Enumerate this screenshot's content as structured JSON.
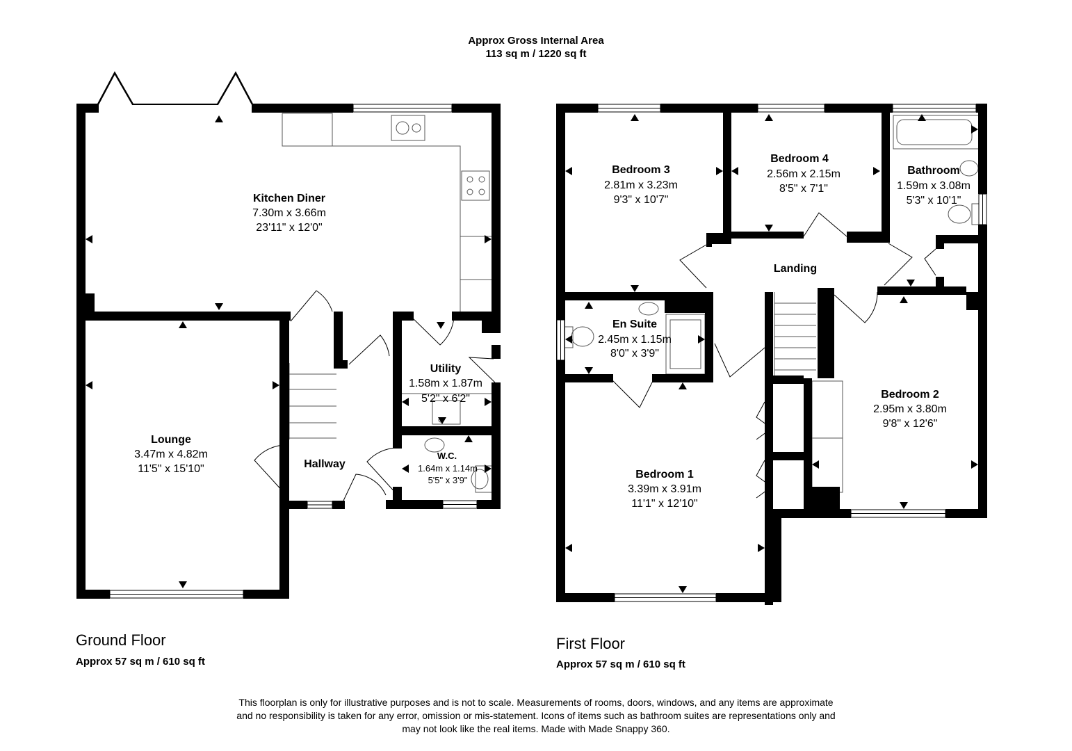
{
  "header": {
    "title": "Approx Gross Internal Area",
    "total_area": "113 sq m / 1220 sq ft"
  },
  "ground_floor": {
    "label": "Ground Floor",
    "area": "Approx 57 sq m / 610 sq ft",
    "rooms": {
      "kitchen": {
        "name": "Kitchen Diner",
        "metric": "7.30m x 3.66m",
        "imperial": "23'11\" x 12'0\""
      },
      "lounge": {
        "name": "Lounge",
        "metric": "3.47m x 4.82m",
        "imperial": "11'5\" x 15'10\""
      },
      "hallway": {
        "name": "Hallway"
      },
      "utility": {
        "name": "Utility",
        "metric": "1.58m x 1.87m",
        "imperial": "5'2\" x 6'2\""
      },
      "wc": {
        "name": "W.C.",
        "metric": "1.64m x 1.14m",
        "imperial": "5'5\" x 3'9\""
      }
    }
  },
  "first_floor": {
    "label": "First Floor",
    "area": "Approx 57 sq m / 610 sq ft",
    "rooms": {
      "bedroom3": {
        "name": "Bedroom 3",
        "metric": "2.81m x 3.23m",
        "imperial": "9'3\" x 10'7\""
      },
      "bedroom4": {
        "name": "Bedroom 4",
        "metric": "2.56m x 2.15m",
        "imperial": "8'5\" x 7'1\""
      },
      "bathroom": {
        "name": "Bathroom",
        "metric": "1.59m x 3.08m",
        "imperial": "5'3\" x 10'1\""
      },
      "landing": {
        "name": "Landing"
      },
      "ensuite": {
        "name": "En Suite",
        "metric": "2.45m x 1.15m",
        "imperial": "8'0\" x 3'9\""
      },
      "bedroom1": {
        "name": "Bedroom 1",
        "metric": "3.39m x 3.91m",
        "imperial": "11'1\" x 12'10\""
      },
      "bedroom2": {
        "name": "Bedroom 2",
        "metric": "2.95m x 3.80m",
        "imperial": "9'8\" x 12'6\""
      }
    }
  },
  "disclaimer": {
    "line1": "This floorplan is only for illustrative purposes and is not to scale. Measurements of rooms, doors, windows, and any items are approximate",
    "line2": "and no responsibility is taken for any error, omission or mis-statement. Icons of items such as bathroom suites are representations only and",
    "line3": "may not look like the real items. Made with Made Snappy 360."
  }
}
